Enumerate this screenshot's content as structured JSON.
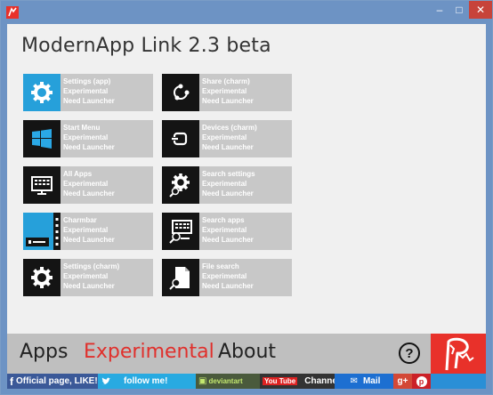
{
  "window": {
    "minimize": "–",
    "maximize": "□",
    "close": "✕"
  },
  "app_title": "ModernApp Link 2.3 beta",
  "tiles": [
    {
      "icon": "gear-icon",
      "icon_bg": "#26a0da",
      "name": "Settings (app)",
      "line2": "Experimental",
      "line3": "Need Launcher"
    },
    {
      "icon": "share-charm-icon",
      "icon_bg": "#141414",
      "name": "Share (charm)",
      "line2": "Experimental",
      "line3": "Need Launcher"
    },
    {
      "icon": "windows-logo-icon",
      "icon_bg": "#141414",
      "name": "Start Menu",
      "line2": "Experimental",
      "line3": "Need Launcher"
    },
    {
      "icon": "devices-charm-icon",
      "icon_bg": "#141414",
      "name": "Devices (charm)",
      "line2": "Experimental",
      "line3": "Need Launcher"
    },
    {
      "icon": "all-apps-icon",
      "icon_bg": "#141414",
      "name": "All Apps",
      "line2": "Experimental",
      "line3": "Need Launcher"
    },
    {
      "icon": "search-settings-icon",
      "icon_bg": "#141414",
      "name": "Search settings",
      "line2": "Experimental",
      "line3": "Need Launcher"
    },
    {
      "icon": "charmbar-icon",
      "icon_bg": "#26a0da",
      "name": "Charmbar",
      "line2": "Experimental",
      "line3": "Need Launcher"
    },
    {
      "icon": "search-apps-icon",
      "icon_bg": "#141414",
      "name": "Search apps",
      "line2": "Experimental",
      "line3": "Need Launcher"
    },
    {
      "icon": "gear-icon",
      "icon_bg": "#141414",
      "name": "Settings (charm)",
      "line2": "Experimental",
      "line3": "Need Launcher"
    },
    {
      "icon": "file-search-icon",
      "icon_bg": "#141414",
      "name": "File search",
      "line2": "Experimental",
      "line3": "Need Launcher"
    }
  ],
  "nav": {
    "apps": "Apps",
    "experimental": "Experimental",
    "about": "About",
    "help": "?"
  },
  "footer": {
    "facebook": "Official page, LIKE!",
    "twitter": "follow me!",
    "deviantart": "deviantart",
    "youtube_logo": "You Tube",
    "youtube": "Channel",
    "mail": "Mail",
    "gplus": "g+",
    "pinterest": "p"
  },
  "colors": {
    "accent": "#e0302c",
    "tile_bg": "#c8c8c8",
    "tile_icon_blue": "#26a0da"
  }
}
